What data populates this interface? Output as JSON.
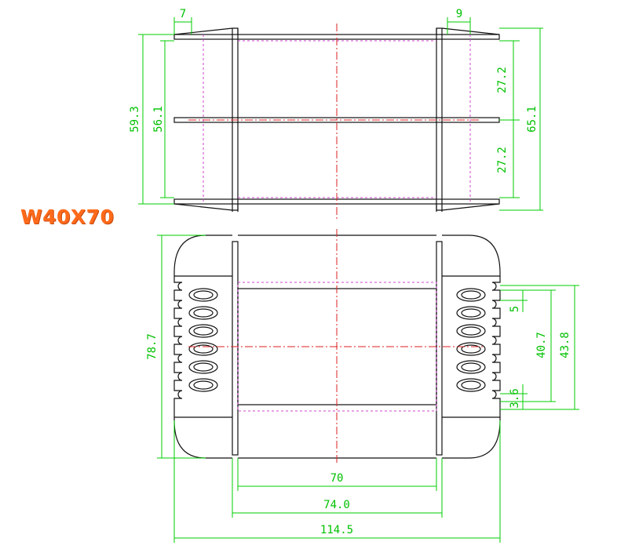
{
  "title": "W40X70",
  "colors": {
    "outline": "#111111",
    "dimension": "#00c000",
    "hidden": "#cc44cc",
    "center": "#dd2222",
    "title": "#ff6a1a"
  },
  "dimensions": {
    "top_left_width": "7",
    "top_right_width": "9",
    "top_segment_upper": "27.2",
    "top_segment_lower": "27.2",
    "top_inner_height": "56.1",
    "top_outer_height": "59.3",
    "top_total_height": "65.1",
    "pin_pitch": "5",
    "pin_span": "40.7",
    "pin_overall": "43.8",
    "pin_offset": "3.6",
    "front_height": "78.7",
    "window_width": "70",
    "flange_width": "74.0",
    "overall_width": "114.5"
  }
}
